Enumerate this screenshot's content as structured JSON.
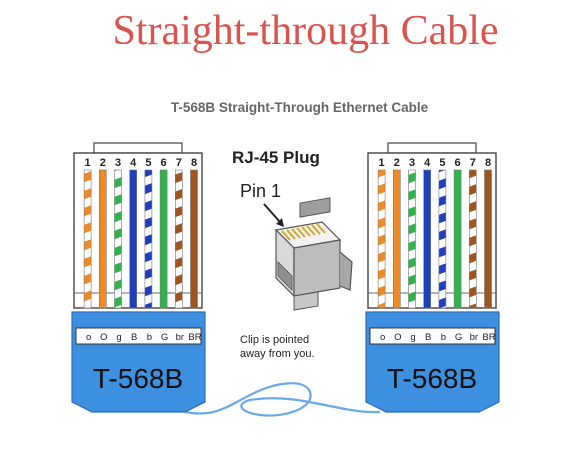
{
  "title": "Straight-through Cable",
  "subtitle": "T-568B Straight-Through Ethernet Cable",
  "pin_numbers": [
    "1",
    "2",
    "3",
    "4",
    "5",
    "6",
    "7",
    "8"
  ],
  "wire_codes": [
    "o",
    "O",
    "g",
    "B",
    "b",
    "G",
    "br",
    "BR"
  ],
  "wire_colors": {
    "orange": "#f08a24",
    "green": "#2fb34a",
    "blue": "#1f3fbf",
    "brown": "#a0541e",
    "white": "#ffffff"
  },
  "wires": [
    {
      "code": "o",
      "base": "orange",
      "striped": true
    },
    {
      "code": "O",
      "base": "orange",
      "striped": false
    },
    {
      "code": "g",
      "base": "green",
      "striped": true
    },
    {
      "code": "B",
      "base": "blue",
      "striped": false
    },
    {
      "code": "b",
      "base": "blue",
      "striped": true
    },
    {
      "code": "G",
      "base": "green",
      "striped": false
    },
    {
      "code": "br",
      "base": "brown",
      "striped": true
    },
    {
      "code": "BR",
      "base": "brown",
      "striped": false
    }
  ],
  "left_connector": {
    "standard": "T-568B"
  },
  "right_connector": {
    "standard": "T-568B"
  },
  "plug": {
    "label": "RJ-45 Plug",
    "pin_label": "Pin 1",
    "note_line1": "Clip is pointed",
    "note_line2": "away from you."
  },
  "boot_color": "#3d8fe0",
  "cable_color": "#6aa8e8",
  "title_color": "#d9534f"
}
